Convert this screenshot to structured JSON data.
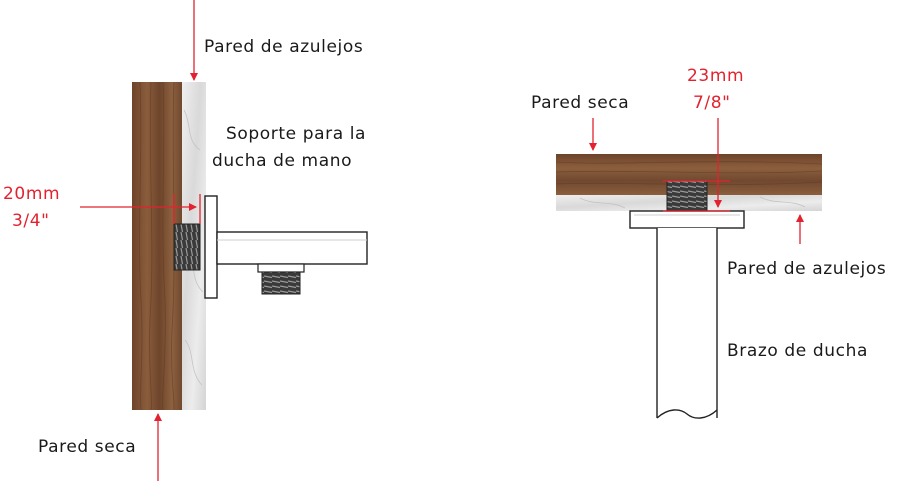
{
  "colors": {
    "accent": "#e2232f",
    "wood": "#7a4f33",
    "tile": "#e4e4e4",
    "line": "#222222"
  },
  "left_diagram": {
    "tile_wall_label": "Pared de azulejos",
    "bracket_label_line1": "Soporte para la",
    "bracket_label_line2": "ducha de mano",
    "dimension_mm": "20mm",
    "dimension_in": "3/4\"",
    "drywall_label": "Pared seca"
  },
  "right_diagram": {
    "dimension_mm": "23mm",
    "dimension_in": "7/8\"",
    "drywall_label": "Pared seca",
    "tile_wall_label": "Pared de azulejos",
    "arm_label": "Brazo de ducha"
  }
}
